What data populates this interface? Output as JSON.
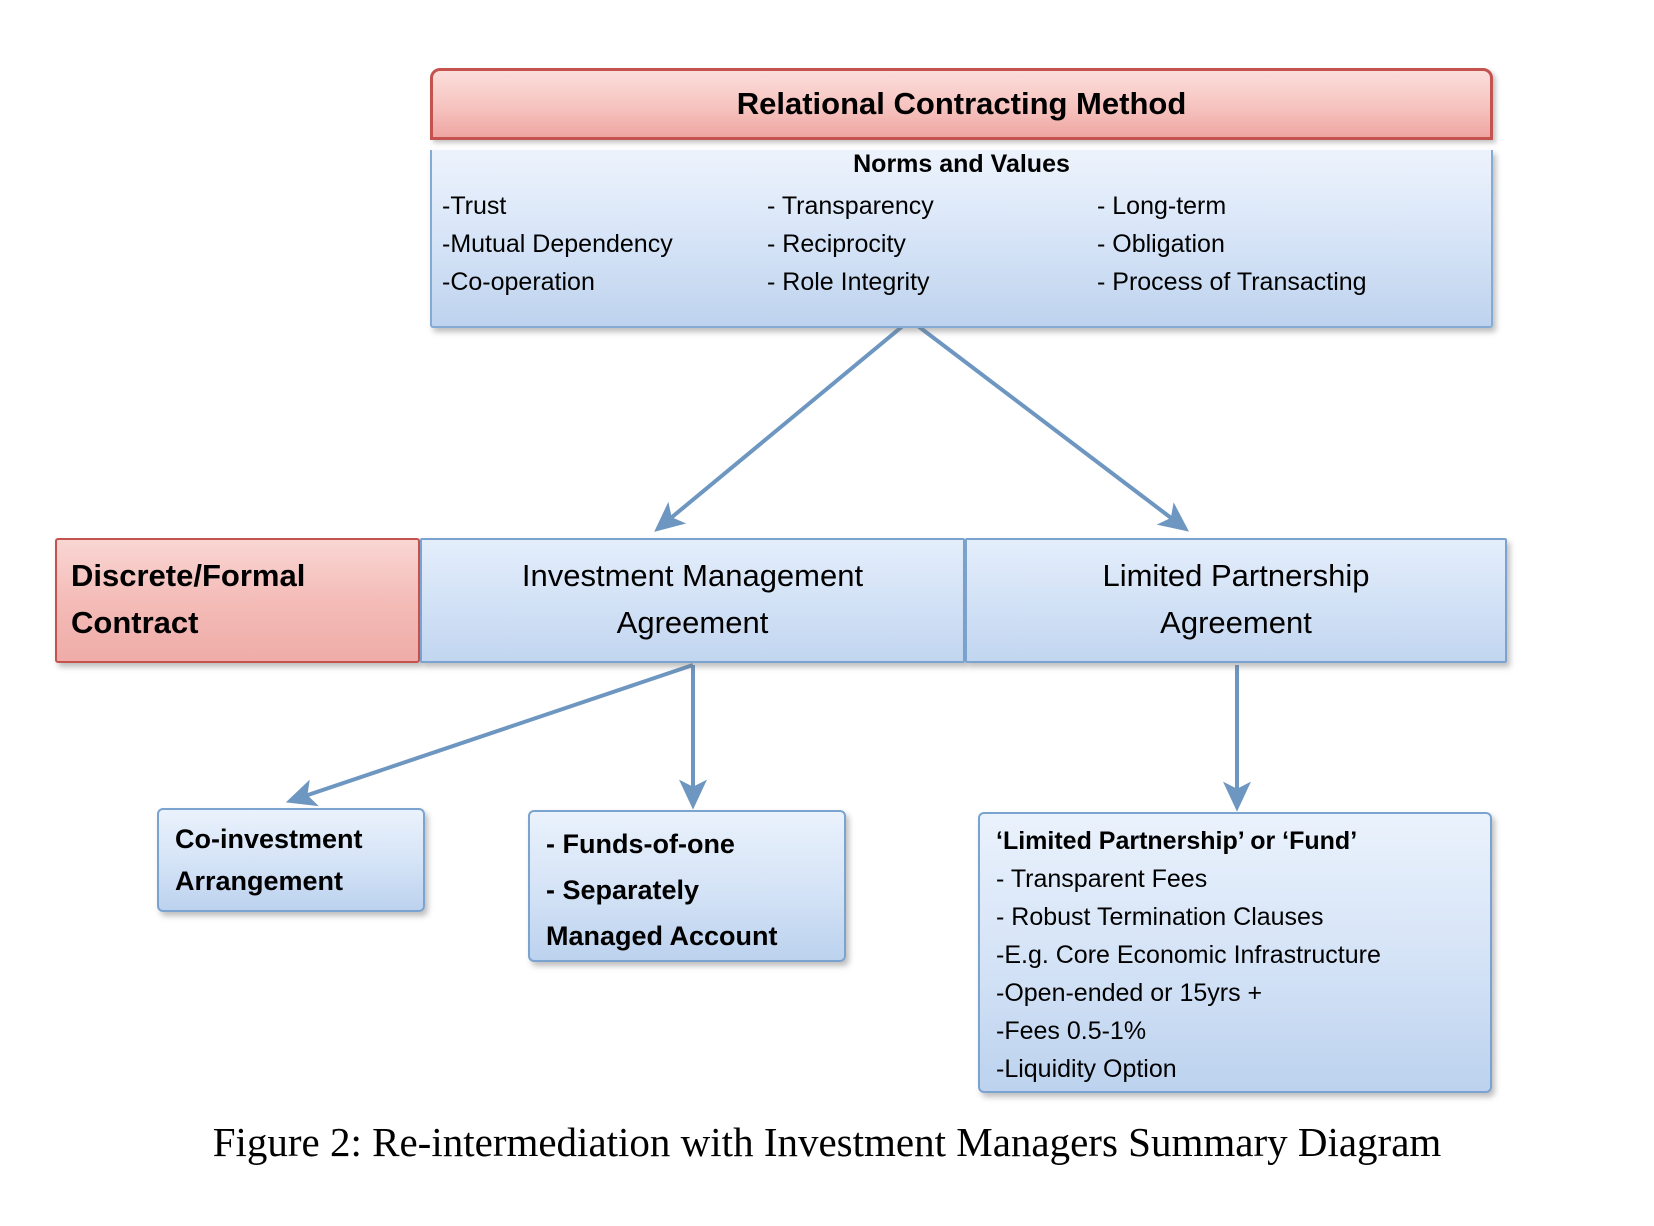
{
  "diagram": {
    "top_box": {
      "title": "Relational Contracting Method",
      "subtitle": "Norms and Values",
      "columns": [
        {
          "items": [
            "-Trust",
            "-Mutual Dependency",
            "-Co-operation"
          ]
        },
        {
          "items": [
            "- Transparency",
            "- Reciprocity",
            "- Role Integrity"
          ]
        },
        {
          "items": [
            "- Long-term",
            "- Obligation",
            "- Process of Transacting"
          ]
        }
      ]
    },
    "middle_row": {
      "discrete": {
        "line1": "Discrete/Formal",
        "line2": "Contract"
      },
      "investment_management": {
        "line1": "Investment Management",
        "line2": "Agreement"
      },
      "limited_partnership": {
        "line1": "Limited Partnership",
        "line2": "Agreement"
      }
    },
    "bottom_row": {
      "co_investment": {
        "line1": "Co-investment",
        "line2": "Arrangement"
      },
      "funds": {
        "items": [
          "- Funds-of-one",
          "- Separately",
          "Managed Account"
        ]
      },
      "fund_box": {
        "header": "‘Limited Partnership’ or ‘Fund’",
        "items": [
          "- Transparent Fees",
          "- Robust Termination Clauses",
          "-E.g. Core Economic Infrastructure",
          "-Open-ended or 15yrs +",
          "-Fees 0.5-1%",
          "-Liquidity Option"
        ]
      }
    },
    "caption": "Figure 2: Re-intermediation with Investment Managers Summary Diagram",
    "colors": {
      "pink_border": "#c4524e",
      "pink_fill_top": "#fbdedb",
      "pink_fill_bottom": "#efa6a2",
      "blue_border": "#7ba3cf",
      "blue_fill_top": "#eaf2fc",
      "blue_fill_bottom": "#bcd2ee",
      "arrow": "#6d96c1"
    }
  }
}
